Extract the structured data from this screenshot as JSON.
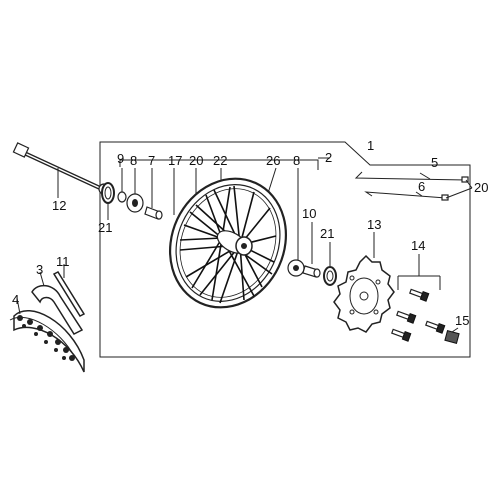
{
  "diagram": {
    "callouts": {
      "c1": "1",
      "c2": "2",
      "c3": "3",
      "c4": "4",
      "c5": "5",
      "c6": "6",
      "c7": "7",
      "c8a": "8",
      "c8b": "8",
      "c9": "9",
      "c10": "10",
      "c11": "11",
      "c12": "12",
      "c13": "13",
      "c14": "14",
      "c15": "15",
      "c17": "17",
      "c20a": "20",
      "c20b": "20",
      "c21a": "21",
      "c21b": "21",
      "c22": "22",
      "c26": "26"
    }
  }
}
